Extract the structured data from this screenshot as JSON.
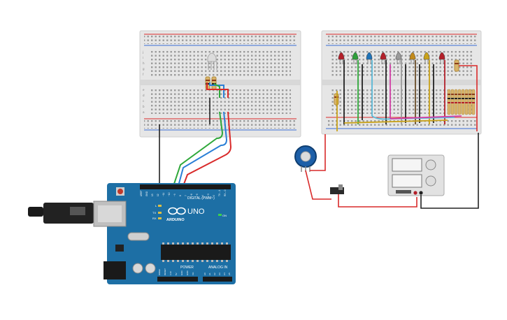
{
  "arduino": {
    "brand": "ARDUINO",
    "model": "UNO",
    "digital_header": "DIGITAL (PWM~)",
    "power_header": "POWER",
    "analog_header": "ANALOG IN",
    "led_labels": [
      "L",
      "TX",
      "RX"
    ],
    "on_label": "ON",
    "pin_numbers_top": [
      "AREF",
      "GND",
      "13",
      "12",
      "~11",
      "~10",
      "~9",
      "8",
      "7",
      "~6",
      "~5",
      "4",
      "~3",
      "2",
      "TX→1",
      "RX←0"
    ],
    "power_pins": [
      "IOREF",
      "RESET",
      "3.3V",
      "5V",
      "GND",
      "GND",
      "Vin"
    ],
    "analog_pins": [
      "A0",
      "A1",
      "A2",
      "A3",
      "A4",
      "A5"
    ]
  },
  "breadboard": {
    "row_letters_top": [
      "j",
      "i",
      "h",
      "g",
      "f"
    ],
    "row_letters_bottom": [
      "e",
      "d",
      "c",
      "b",
      "a"
    ]
  },
  "led_colors": [
    "#b3202a",
    "#2e9e3a",
    "#1f73b8",
    "#b3202a",
    "#9a9a9a",
    "#c28a1a",
    "#c9a21a",
    "#b3202a"
  ],
  "colors": {
    "wire_red": "#d92a2a",
    "wire_black": "#222222",
    "wire_green": "#2fa83a",
    "wire_blue": "#2b7fd6",
    "board_blue": "#1d6fa5",
    "breadboard": "#e6e6e6"
  },
  "icons": {
    "usb": "usb-plug-icon",
    "potentiometer": "potentiometer-icon",
    "switch": "slide-switch-icon",
    "power_supply": "power-supply-icon"
  }
}
